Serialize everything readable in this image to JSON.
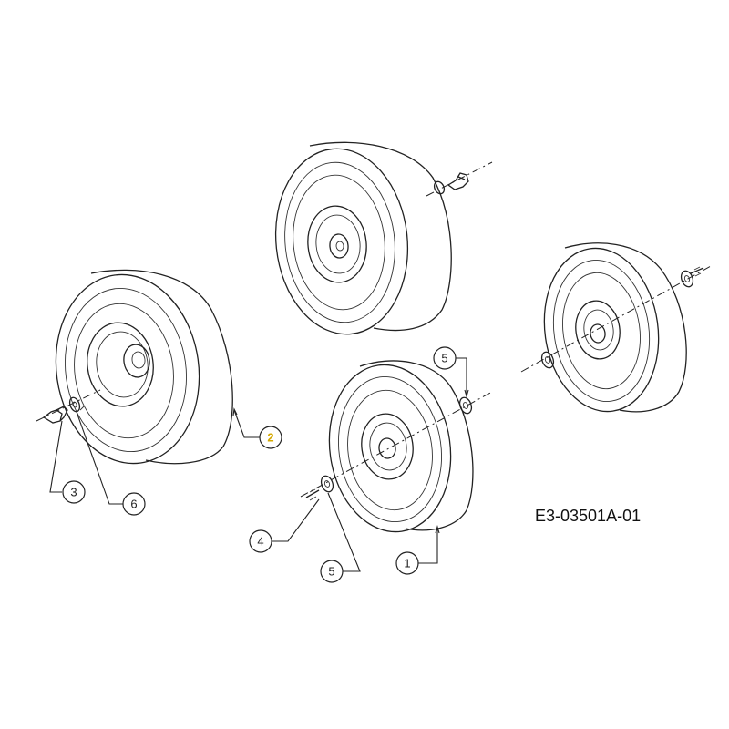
{
  "diagram": {
    "reference_code": "E3-03501A-01",
    "callouts": [
      {
        "id": "c1",
        "label": "1",
        "highlight": false
      },
      {
        "id": "c2",
        "label": "2",
        "highlight": true
      },
      {
        "id": "c3",
        "label": "3",
        "highlight": false
      },
      {
        "id": "c4",
        "label": "4",
        "highlight": false
      },
      {
        "id": "c5a",
        "label": "5",
        "highlight": false
      },
      {
        "id": "c5b",
        "label": "5",
        "highlight": false
      },
      {
        "id": "c6",
        "label": "6",
        "highlight": false
      }
    ],
    "highlight_color": "#d4a800"
  }
}
